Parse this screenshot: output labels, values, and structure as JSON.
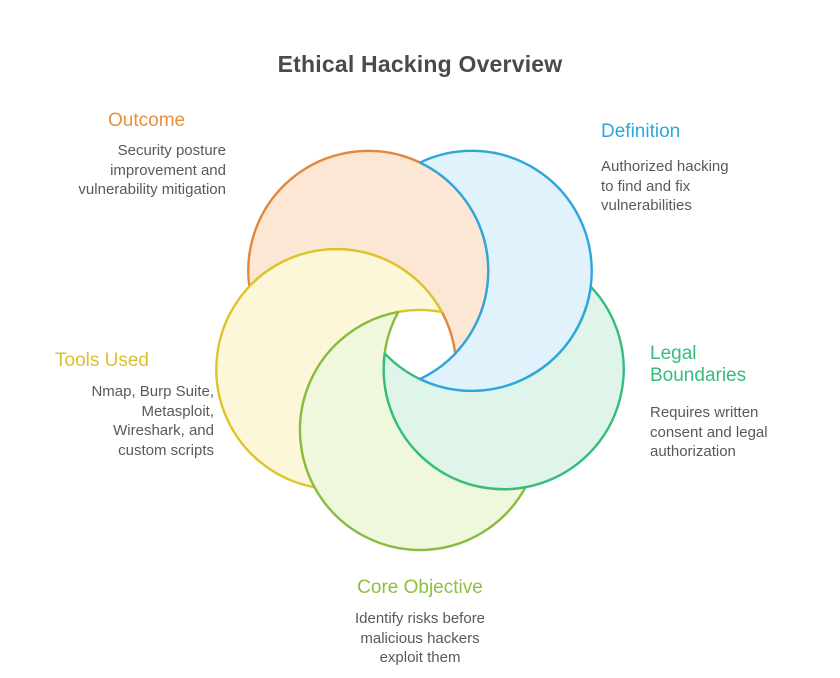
{
  "title": "Ethical Hacking Overview",
  "sections": [
    {
      "id": "outcome",
      "label": "Outcome",
      "description": "Security posture improvement and vulnerability mitigation",
      "color": "#E8913F",
      "stroke": "#E3873C",
      "fill": "#FBE7D4"
    },
    {
      "id": "definition",
      "label": "Definition",
      "description": "Authorized hacking to find and fix vulnerabilities",
      "color": "#2FA7DC",
      "stroke": "#2EA5DB",
      "fill": "#E0F2FB"
    },
    {
      "id": "legal-boundaries",
      "label": "Legal Boundaries",
      "description": "Requires written consent and legal authorization",
      "color": "#35BD7B",
      "stroke": "#35BD7B",
      "fill": "#DFF5E9"
    },
    {
      "id": "tools-used",
      "label": "Tools Used",
      "description": "Nmap, Burp Suite, Metasploit, Wireshark, and custom scripts",
      "color": "#D9C22B",
      "stroke": "#DDC42C",
      "fill": "#FCF7D9"
    },
    {
      "id": "core-objective",
      "label": "Core Objective",
      "description": "Identify risks before malicious hackers exploit them",
      "color": "#8BC140",
      "stroke": "#87BC3F",
      "fill": "#EFF8DC"
    }
  ],
  "text_color": "#595959",
  "title_color": "#4A4A4A"
}
